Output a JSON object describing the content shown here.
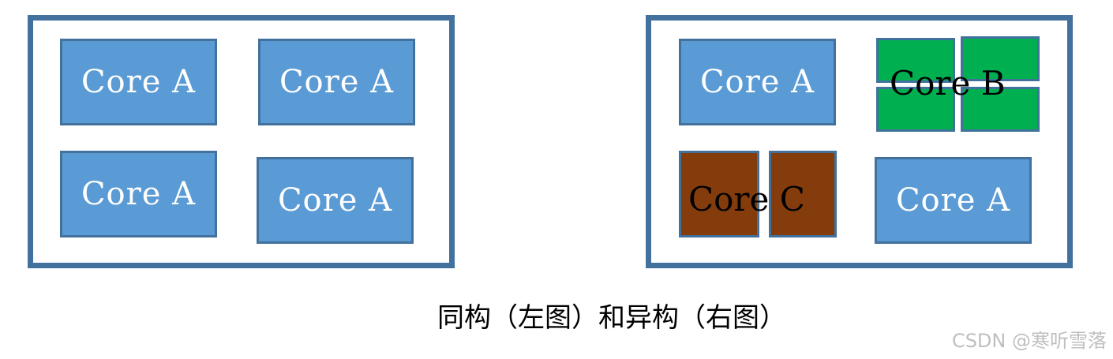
{
  "colors": {
    "frame_border": "#41719c",
    "core_a_fill": "#5b9bd5",
    "core_b_fill": "#00b050",
    "core_c_fill": "#843c0c",
    "core_text": "#ffffff",
    "overlay_text": "#000000",
    "watermark": "#bfbfbf"
  },
  "homogeneous": {
    "cores": [
      {
        "label": "Core A"
      },
      {
        "label": "Core A"
      },
      {
        "label": "Core A"
      },
      {
        "label": "Core A"
      }
    ]
  },
  "heterogeneous": {
    "core_a_top": {
      "label": "Core A"
    },
    "core_b": {
      "label": "Core B"
    },
    "core_c": {
      "label": "Core C"
    },
    "core_a_bottom": {
      "label": "Core A"
    }
  },
  "caption": "同构（左图）和异构（右图）",
  "watermark": "CSDN @寒听雪落"
}
